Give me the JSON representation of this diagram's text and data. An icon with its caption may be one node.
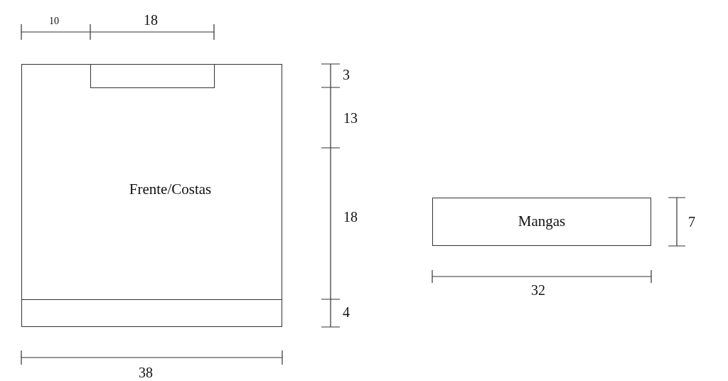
{
  "diagram": {
    "nodes": [
      {
        "text": [
          "Frente/Costas"
        ]
      },
      {
        "text": [],
        "shape": "box",
        "in": 0
      },
      {
        "text": [],
        "shape": "box",
        "in": 0
      },
      {
        "text": [
          "Mangas"
        ]
      }
    ],
    "labels": [
      "10",
      "18",
      "3",
      "13",
      "18",
      "7",
      "4",
      "38",
      "32"
    ]
  }
}
